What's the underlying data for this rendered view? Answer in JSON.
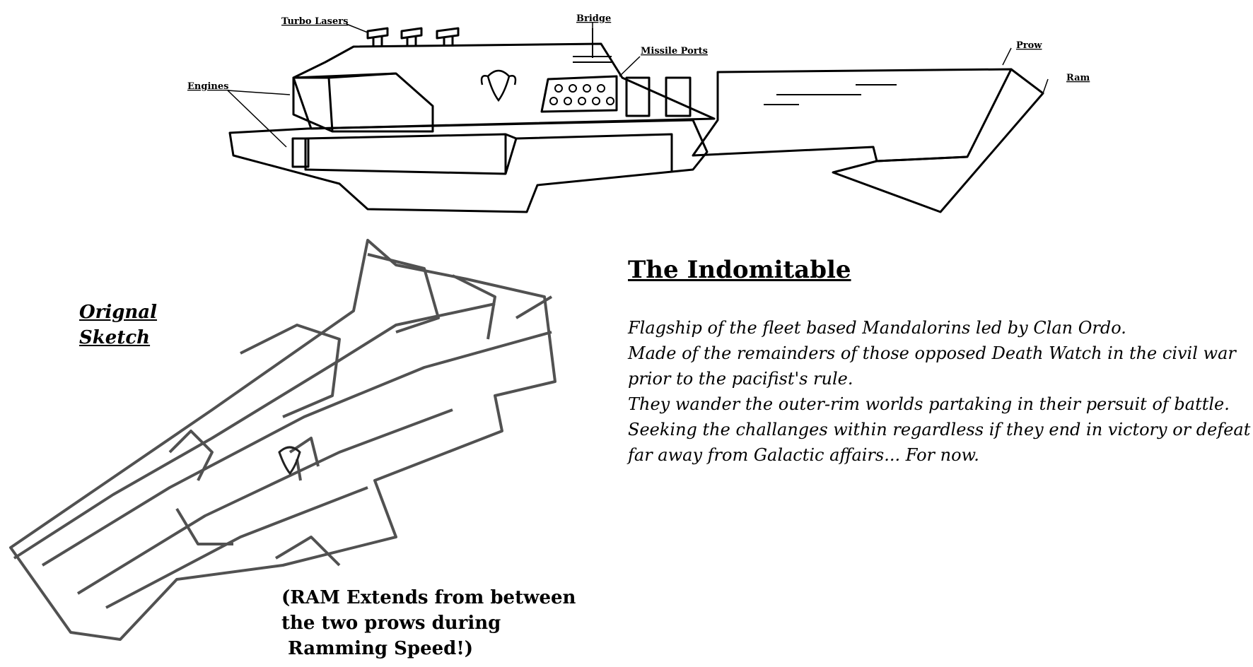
{
  "diagram": {
    "callouts": {
      "turbo_lasers": "Turbo Lasers",
      "bridge": "Bridge",
      "missile_ports": "Missile Ports",
      "prow": "Prow",
      "ram": "Ram",
      "engines": "Engines"
    }
  },
  "ship": {
    "title": "The Indomitable",
    "description_lines": [
      "Flagship of the fleet based Mandalorins led by Clan Ordo.",
      "Made of the remainders of those opposed Death Watch in the civil war",
      "prior to the pacifist's rule.",
      "They wander the outer-rim worlds partaking in their persuit of battle.",
      "Seeking the challanges within regardless if they end in victory or defeat",
      "far away from Galactic affairs... For now."
    ]
  },
  "sketch": {
    "label_lines": [
      "Orignal",
      "Sketch"
    ]
  },
  "ram_note": {
    "lines": [
      "(RAM Extends from between",
      "the two prows during",
      " Ramming Speed!)"
    ]
  },
  "colors": {
    "ink": "#000000",
    "paper": "#ffffff",
    "pencil": "#333333"
  }
}
